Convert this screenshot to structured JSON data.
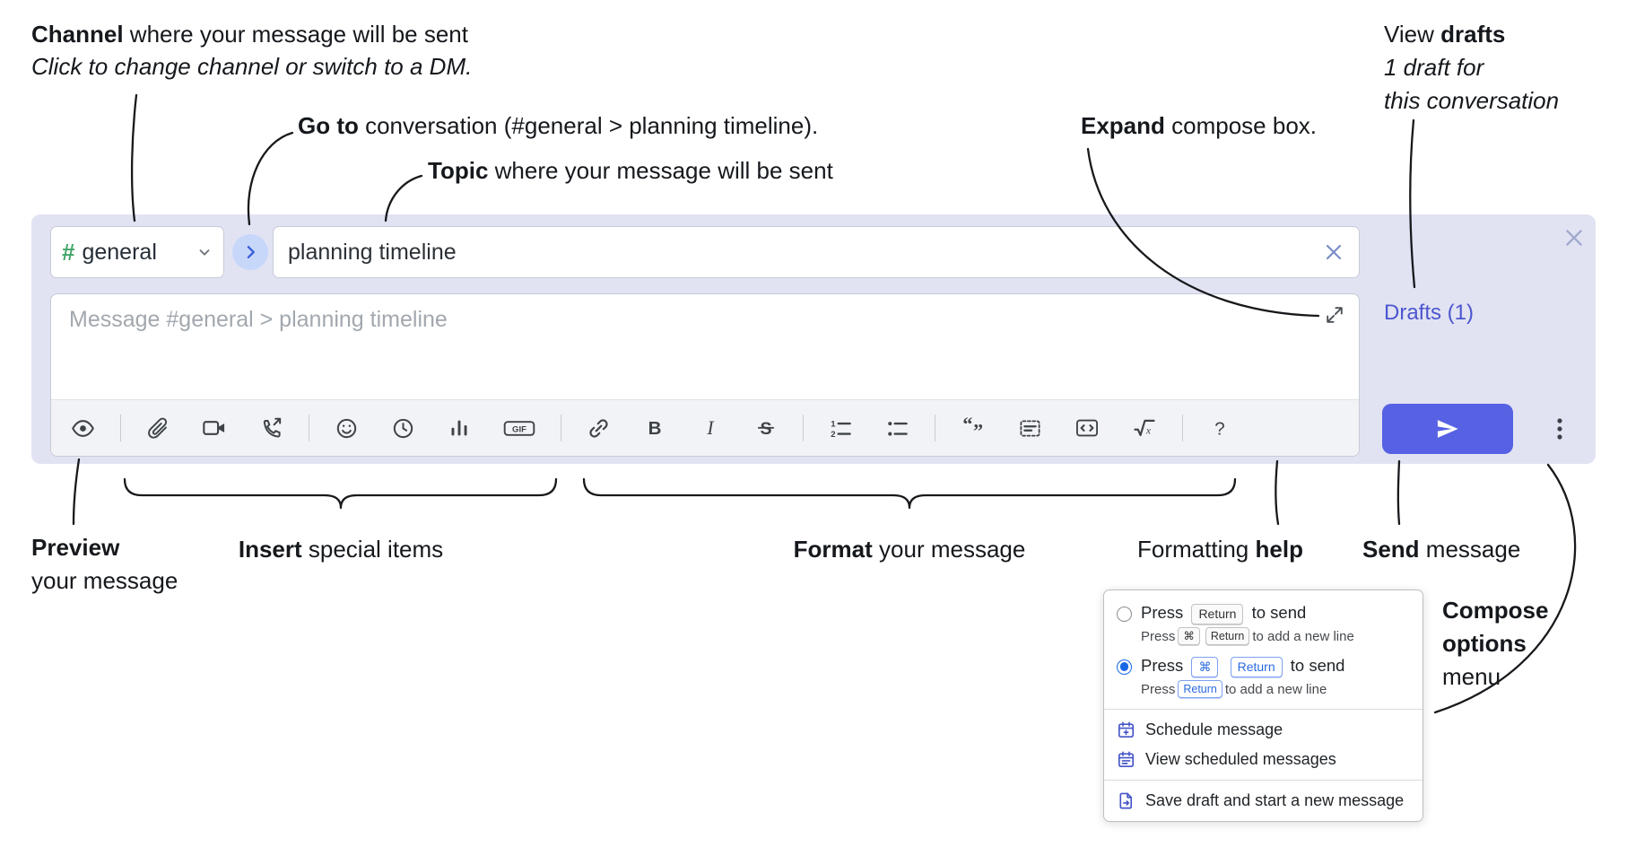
{
  "colors": {
    "compose_bg": "#e1e3f3",
    "input_border": "#c6cbd6",
    "toolbar_bg": "#f2f3f6",
    "icon": "#3e4348",
    "accent": "#5661e3",
    "link": "#4c56ce",
    "green": "#42a568",
    "kbd_blue": "#2b6ae0",
    "radio_blue": "#1a67e6",
    "popup_icon": "#4656c8",
    "arrow": "#17191c"
  },
  "annotations": {
    "channel": {
      "bold": "Channel",
      "rest": " where your message will be sent",
      "italic": "Click to change channel or switch to a DM."
    },
    "goto": {
      "bold": "Go to",
      "rest": " conversation (#general > planning timeline)."
    },
    "topic": {
      "bold": "Topic",
      "rest": " where your message will be sent"
    },
    "expand": {
      "bold": "Expand",
      "rest": " compose box."
    },
    "view_drafts": {
      "pre": "View ",
      "bold": "drafts",
      "line2": "1 draft for",
      "line3": "this conversation"
    },
    "preview": {
      "bold": "Preview",
      "line2": "your message"
    },
    "insert": {
      "bold": "Insert",
      "rest": " special items"
    },
    "format": {
      "bold": "Format",
      "rest": " your message"
    },
    "formatting_help": {
      "pre": "Formatting ",
      "bold": "help"
    },
    "send": {
      "bold": "Send",
      "rest": " message"
    },
    "compose_options": {
      "line1": "Compose",
      "line2": "options",
      "line3": "menu"
    }
  },
  "compose": {
    "channel_name": "general",
    "topic_value": "planning timeline",
    "message_placeholder": "Message #general > planning timeline",
    "drafts_link": "Drafts (1)"
  },
  "toolbar": {
    "buttons": [
      {
        "name": "preview-eye"
      },
      {
        "name": "divider"
      },
      {
        "name": "attach-file"
      },
      {
        "name": "video-call"
      },
      {
        "name": "voice-call"
      },
      {
        "name": "divider"
      },
      {
        "name": "emoji"
      },
      {
        "name": "global-time"
      },
      {
        "name": "poll"
      },
      {
        "name": "gif",
        "label": "GIF"
      },
      {
        "name": "divider"
      },
      {
        "name": "link"
      },
      {
        "name": "bold",
        "label": "B"
      },
      {
        "name": "italic",
        "label": "I"
      },
      {
        "name": "strikethrough",
        "label": "S"
      },
      {
        "name": "divider"
      },
      {
        "name": "numbered-list"
      },
      {
        "name": "bulleted-list"
      },
      {
        "name": "divider"
      },
      {
        "name": "quote"
      },
      {
        "name": "spoiler"
      },
      {
        "name": "code"
      },
      {
        "name": "math"
      },
      {
        "name": "divider"
      },
      {
        "name": "help",
        "label": "?"
      }
    ]
  },
  "popup": {
    "options": [
      {
        "name": "option-return-to-send",
        "selected": false,
        "main": [
          {
            "t": "Press "
          },
          {
            "k": "Return"
          },
          {
            "t": " to send"
          }
        ],
        "sub": [
          {
            "t": "Press "
          },
          {
            "k": "⌘"
          },
          {
            "t": " "
          },
          {
            "k": "Return"
          },
          {
            "t": " to add a new line"
          }
        ]
      },
      {
        "name": "option-cmd-return-to-send",
        "selected": true,
        "main": [
          {
            "t": "Press "
          },
          {
            "k": "⌘",
            "blue": true
          },
          {
            "t": " "
          },
          {
            "k": "Return",
            "blue": true
          },
          {
            "t": " to send"
          }
        ],
        "sub": [
          {
            "t": "Press "
          },
          {
            "k": "Return",
            "blue": true
          },
          {
            "t": " to add a new line"
          }
        ]
      }
    ],
    "items": [
      {
        "name": "schedule-message",
        "icon": "calendar-plus",
        "label": "Schedule message"
      },
      {
        "name": "view-scheduled-messages",
        "icon": "calendar-list",
        "label": "View scheduled messages"
      },
      {
        "type": "divider"
      },
      {
        "name": "save-draft-new-message",
        "icon": "file-new",
        "label": "Save draft and start a new message"
      }
    ]
  }
}
